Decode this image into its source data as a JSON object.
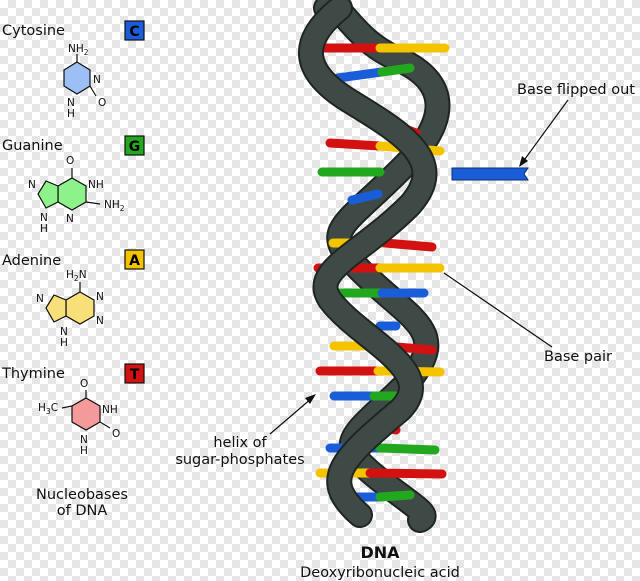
{
  "nucleobases": [
    {
      "name": "Cytosine",
      "letter": "C",
      "color": "#1a5dd8",
      "fill": "#9cc0f5"
    },
    {
      "name": "Guanine",
      "letter": "G",
      "color": "#22a81e",
      "fill": "#8ef28a"
    },
    {
      "name": "Adenine",
      "letter": "A",
      "color": "#f5c400",
      "fill": "#f7df7a"
    },
    {
      "name": "Thymine",
      "letter": "T",
      "color": "#d41111",
      "fill": "#f59a9a"
    }
  ],
  "atoms": {
    "cytosine": {
      "nh2": "NH",
      "n": "N",
      "nh": "N",
      "h": "H",
      "o": "O"
    },
    "guanine": {
      "o": "O",
      "nh": "NH",
      "nh2": "NH",
      "n": "N",
      "nh_bot": "N",
      "h": "H",
      "h2": "H",
      "n2": "N"
    },
    "adenine": {
      "h2n": "H",
      "n_label": "N",
      "n1": "N",
      "n2": "N",
      "n3": "N",
      "nh": "N",
      "h": "H"
    },
    "thymine": {
      "h3c": "H",
      "c": "C",
      "o_top": "O",
      "nh": "NH",
      "n": "N",
      "h": "H",
      "o": "O"
    },
    "sub2": "2",
    "sub3": "3"
  },
  "caption": {
    "line1": "Nucleobases",
    "line2": "of DNA"
  },
  "annotations": {
    "base_flipped": "Base flipped out",
    "base_pair": "Base pair",
    "helix_line1": "helix of",
    "helix_line2": "sugar-phosphates"
  },
  "title": {
    "main": "DNA",
    "sub": "Deoxyribonucleic acid"
  },
  "colors": {
    "backbone": "#3f4a46",
    "backbone_stroke": "#1e2523"
  }
}
